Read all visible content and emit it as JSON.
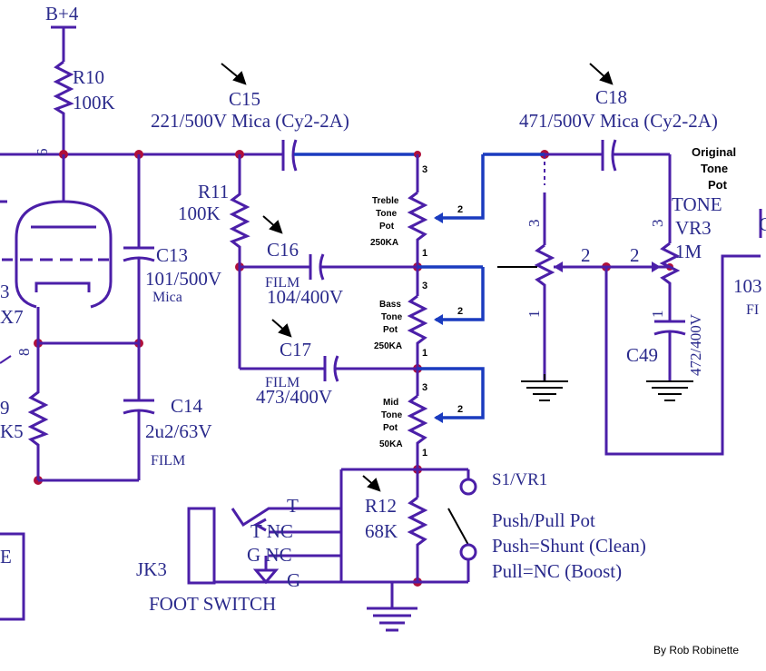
{
  "labels": {
    "bplus": "B+4",
    "r10": "R10",
    "r10_value": "100K",
    "pin_6": "6",
    "tube_3": "3",
    "tube_type": "X7",
    "pin_8": "8",
    "r9_partial": "9",
    "r9_value_partial": "K5",
    "c15": "C15",
    "c15_value": "221/500V  Mica (Cy2-2A)",
    "r11": "R11",
    "r11_value": "100K",
    "c13": "C13",
    "c13_value": "101/500V",
    "c13_type": "Mica",
    "c16": "C16",
    "c16_type": "FILM",
    "c16_value": "104/400V",
    "c17": "C17",
    "c17_type": "FILM",
    "c17_value": "473/400V",
    "c14": "C14",
    "c14_value": "2u2/63V",
    "c14_type": "FILM",
    "c18": "C18",
    "c18_value": "471/500V  Mica (Cy2-2A)",
    "tone": "TONE",
    "vr3": "VR3",
    "vr3_value": "1M",
    "c49": "C49",
    "c49_value": "472/400V",
    "next_cap_partial": "C",
    "next_cap_value_partial": "103",
    "next_cap_type_partial": "FI",
    "r12": "R12",
    "r12_value": "68K",
    "s1_vr1": "S1/VR1",
    "jk3": "JK3",
    "foot_switch": "FOOT SWITCH",
    "left_box_partial": "E"
  },
  "pots": {
    "treble": [
      "Treble",
      "Tone",
      "Pot",
      "250KA"
    ],
    "bass": [
      "Bass",
      "Tone",
      "Pot",
      "250KA"
    ],
    "mid": [
      "Mid",
      "Tone",
      "Pot",
      "50KA"
    ]
  },
  "pins": {
    "p1": "1",
    "p2": "2",
    "p3": "3"
  },
  "original_pot": [
    "Original",
    "Tone",
    "Pot"
  ],
  "switch_notes": [
    "Push/Pull Pot",
    "Push=Shunt (Clean)",
    "Pull=NC (Boost)"
  ],
  "jack": {
    "t_top": "T",
    "t_nc": "T NC",
    "g_nc": "G NC",
    "g": "G"
  },
  "credit": "By Rob Robinette",
  "colors": {
    "wire": "#4b1fa8",
    "wire_added": "#1a3bbf",
    "junction": "#b0103a",
    "text": "#2a2a8c"
  }
}
